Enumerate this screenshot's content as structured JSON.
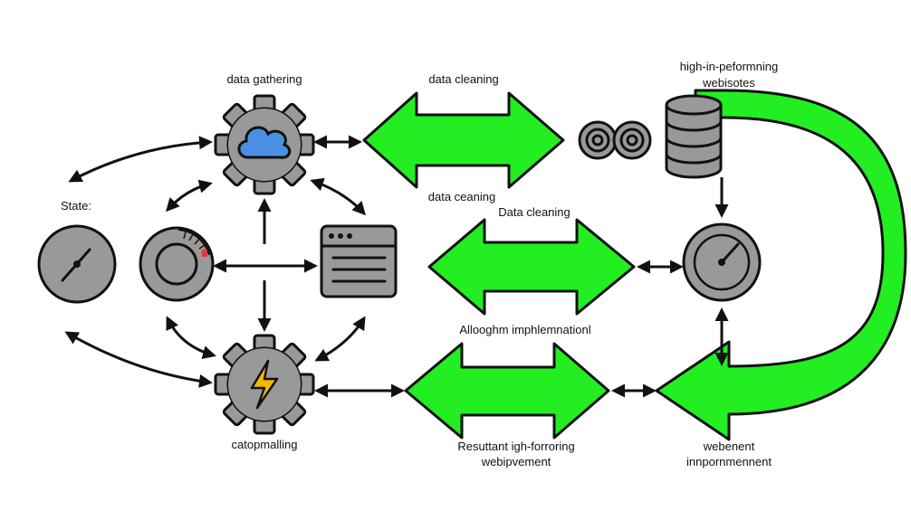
{
  "labels": {
    "data_gathering": "data gathering",
    "data_cleaning_top": "data cleaning",
    "high_performing_l1": "high-in-peformning",
    "high_performing_l2": "webisotes",
    "state": "State:",
    "data_ceaning": "data ceaning",
    "data_cleaning_mid": "Data cleaning",
    "algorithm_impl": "Allooghm imphlemnationl",
    "catopmalling": "catopmalling",
    "resultant_l1": "Resuttant igh-forroring",
    "resultant_l2": "webipvement",
    "webenent_l1": "webenent",
    "webenent_l2": "innpornmennent"
  },
  "icons": {
    "gear_cloud": "gear-cloud-icon",
    "gear_lightning": "gear-lightning-icon",
    "dial": "dial-icon",
    "gauge": "gauge-icon",
    "browser_window": "browser-window-icon",
    "infinity": "infinity-icon",
    "database": "database-icon",
    "speedometer": "speedometer-icon"
  },
  "colors": {
    "arrow_fill": "#22ee22",
    "icon_fill": "#999999",
    "outline": "#111111",
    "cloud": "#4a90e2",
    "lightning": "#f5b800",
    "gauge_red": "#e53935"
  }
}
